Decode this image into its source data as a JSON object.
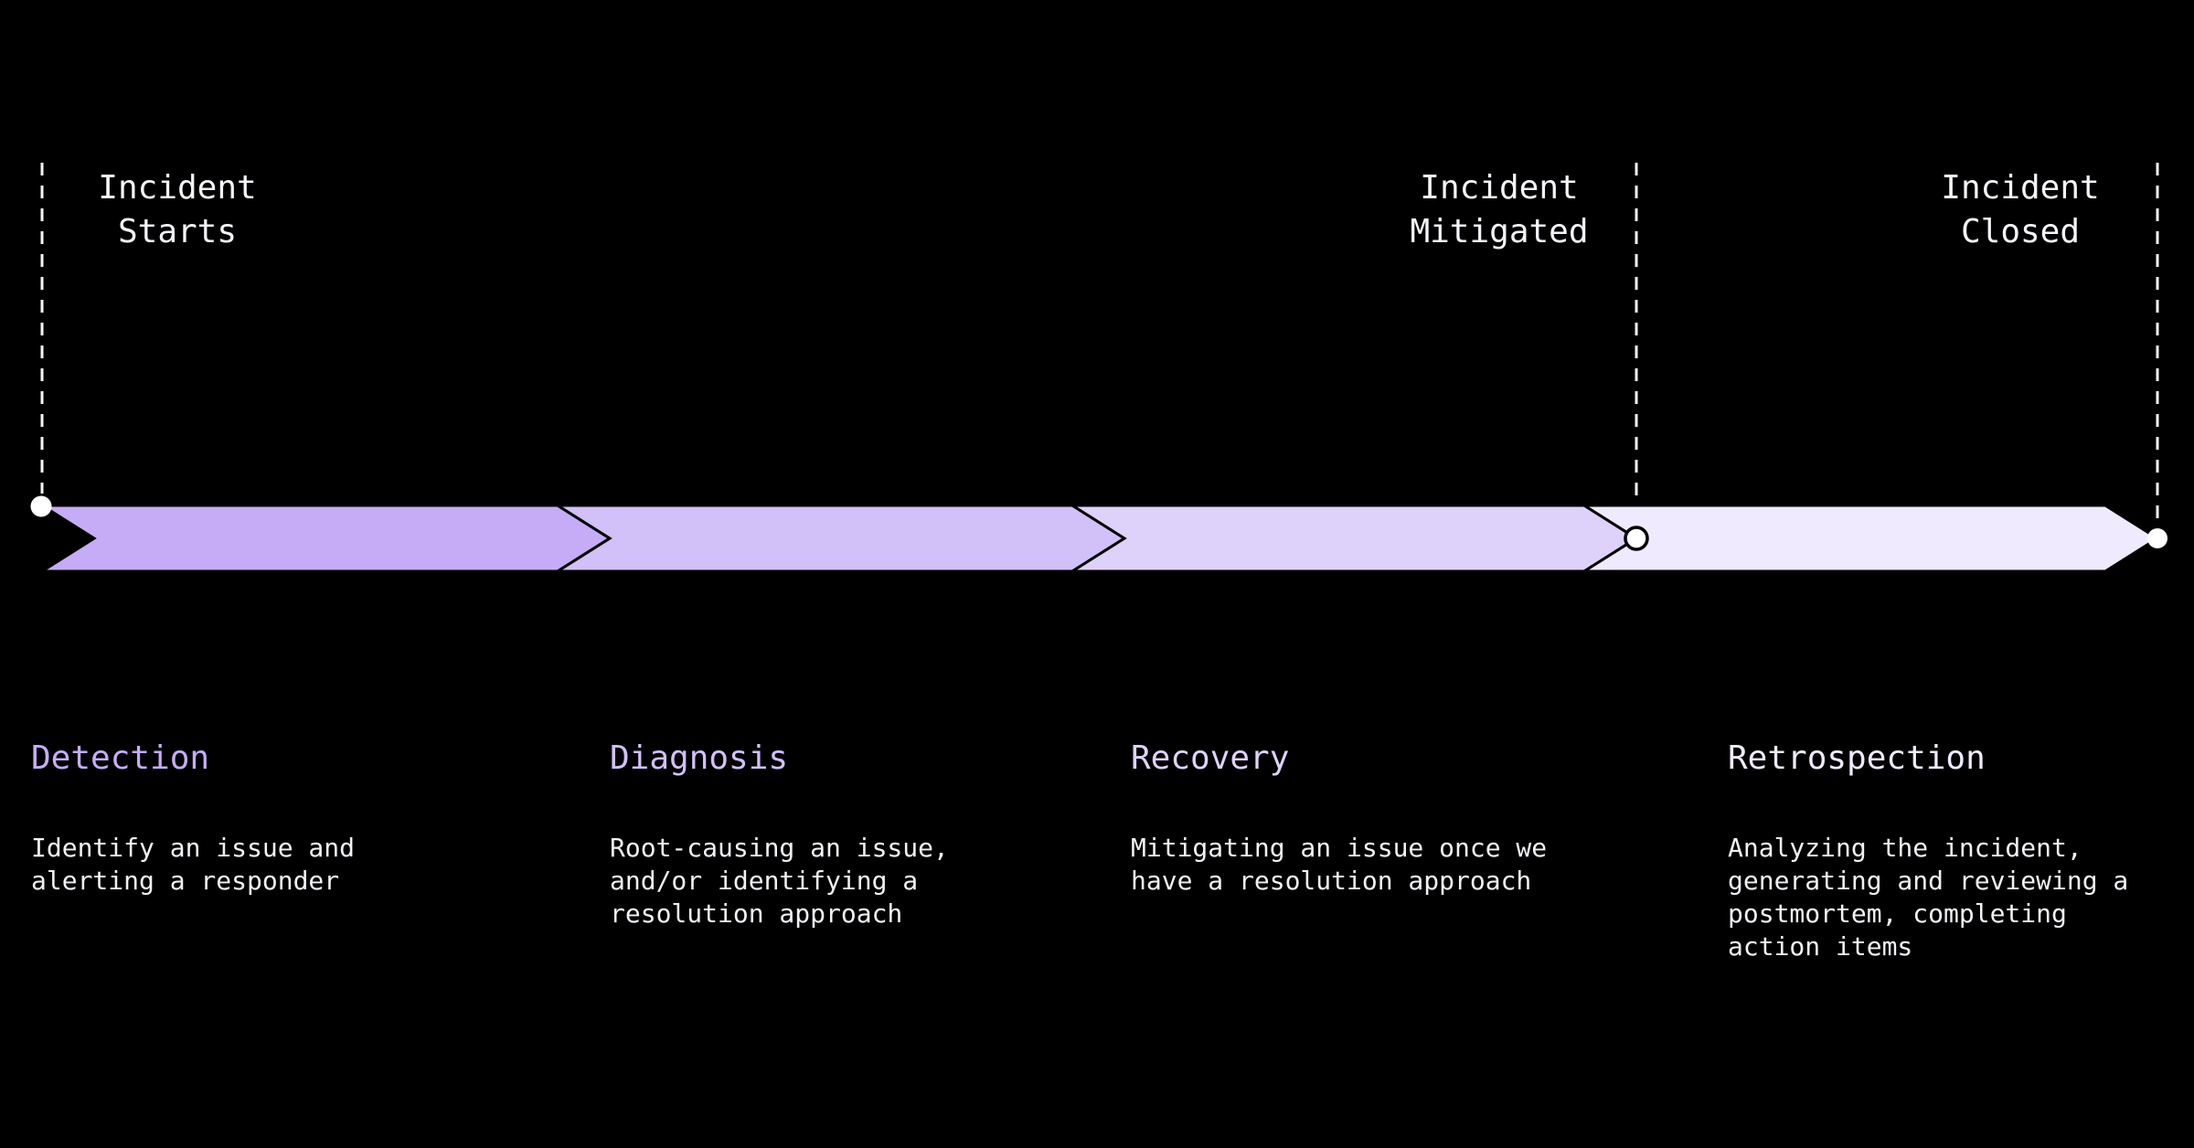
{
  "canvas": {
    "background": "#000000"
  },
  "timeline": {
    "dash_color": "#f6f4f9",
    "node_color": "#ffffff",
    "outline_color": "#000000",
    "markers": [
      {
        "id": "incident-starts",
        "lines": [
          "Incident",
          "Starts"
        ]
      },
      {
        "id": "incident-mitigated",
        "lines": [
          "Incident",
          "Mitigated"
        ]
      },
      {
        "id": "incident-closed",
        "lines": [
          "Incident",
          "Closed"
        ]
      }
    ]
  },
  "phases": [
    {
      "name": "Detection",
      "color": "#c6acf6",
      "description_lines": [
        "Identify an issue and",
        "alerting a responder"
      ]
    },
    {
      "name": "Diagnosis",
      "color": "#d2c0f8",
      "description_lines": [
        "Root-causing an issue,",
        "and/or identifying a",
        "resolution approach"
      ]
    },
    {
      "name": "Recovery",
      "color": "#dfd2fa",
      "description_lines": [
        "Mitigating an issue once we",
        "have a resolution approach"
      ]
    },
    {
      "name": "Retrospection",
      "color": "#efeafd",
      "description_lines": [
        "Analyzing the incident,",
        "generating and reviewing a",
        "postmortem, completing",
        "action items"
      ]
    }
  ]
}
